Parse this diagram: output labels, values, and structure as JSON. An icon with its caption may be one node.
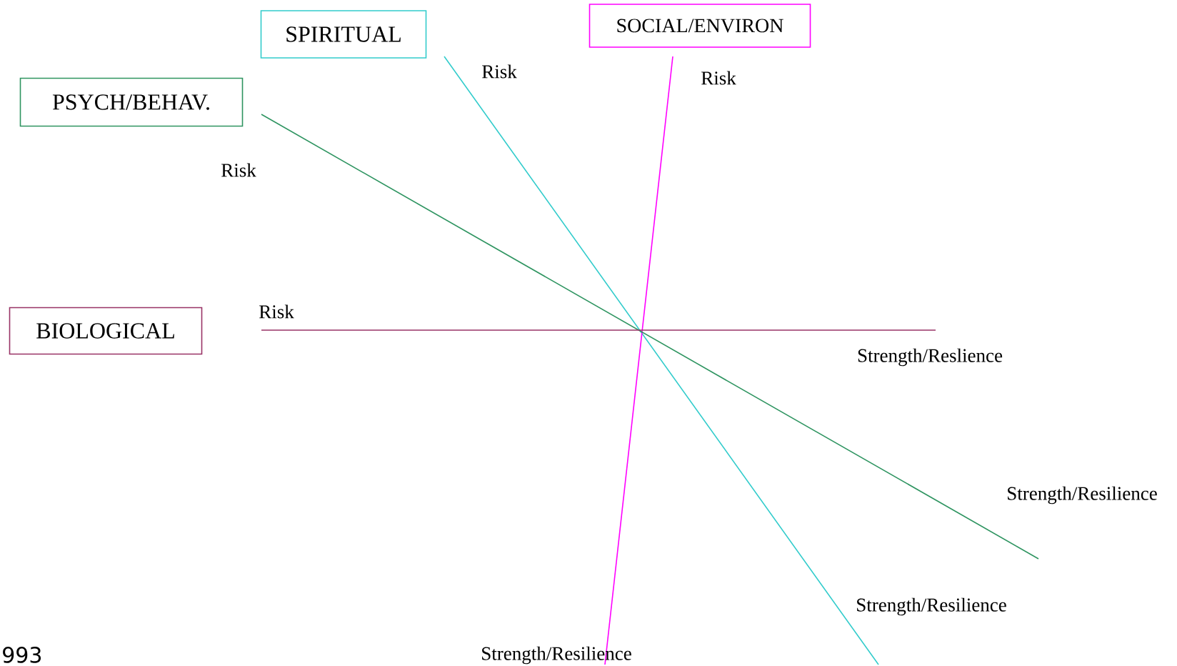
{
  "diagram": {
    "nodes": [
      {
        "text": [
          "SPIRITUAL"
        ]
      },
      {
        "text": [
          "SOCIAL/ENVIRON"
        ]
      },
      {
        "text": [
          "PSYCH/BEHAV."
        ]
      },
      {
        "text": [
          "BIOLOGICAL"
        ]
      }
    ],
    "labels": [
      "Risk",
      "Risk",
      "Risk",
      "Risk",
      "Strength/Reslience",
      "Strength/Resilience",
      "Strength/Resilience",
      "Strength/Resilience",
      "993"
    ]
  }
}
